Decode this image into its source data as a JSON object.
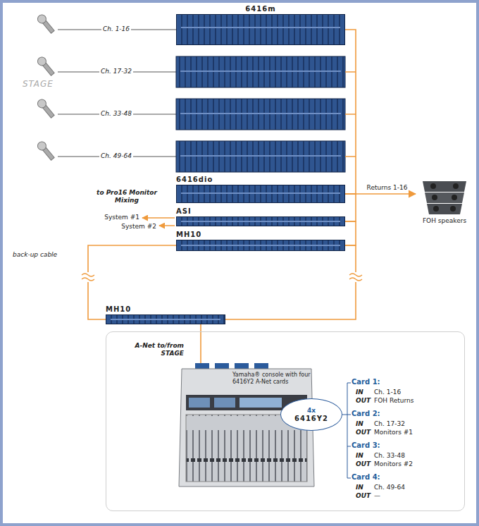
{
  "diagram": {
    "nodes": [
      {
        "text": [
          "6416m"
        ]
      },
      {
        "text": [
          "6416dio"
        ]
      },
      {
        "text": [
          "ASI"
        ]
      },
      {
        "text": [
          "MH10"
        ]
      },
      {
        "text": [
          "MH10"
        ]
      },
      {
        "text": [
          "FOH speakers"
        ]
      },
      {
        "text": [
          "A-Net to/from STAGE"
        ]
      },
      {
        "text": [
          "Yamaha® console with four 6416Y2 A-Net cards"
        ],
        "in": 6
      },
      {
        "text": [
          "4x",
          "6416Y2"
        ],
        "in": 6
      }
    ],
    "edges": [
      {
        "from": 0,
        "to": 1,
        "arrow": "none"
      },
      {
        "from": 1,
        "to": 2,
        "arrow": "none"
      },
      {
        "from": 2,
        "to": 3,
        "arrow": "none"
      },
      {
        "from": 3,
        "to": 4,
        "arrow": "none"
      },
      {
        "from": 3,
        "to": 4,
        "arrow": "none"
      },
      {
        "from": 4,
        "to": 7,
        "arrow": "none"
      },
      {
        "from": 1,
        "to": 5,
        "label": "Returns 1-16",
        "arrow": "to"
      }
    ],
    "labels": [
      "STAGE",
      "Ch. 1-16",
      "Ch. 17-32",
      "Ch. 33-48",
      "Ch. 49-64",
      "to Pro16 Monitor Mixing",
      "System #1",
      "System #2",
      "back-up cable",
      "Card 1:",
      "IN",
      "Ch. 1-16",
      "OUT",
      "FOH Returns",
      "Card 2:",
      "IN",
      "Ch. 17-32",
      "OUT",
      "Monitors #1",
      "Card 3:",
      "IN",
      "Ch. 33-48",
      "OUT",
      "Monitors #2",
      "Card 4:",
      "IN",
      "Ch. 49-64",
      "OUT",
      "—"
    ]
  }
}
